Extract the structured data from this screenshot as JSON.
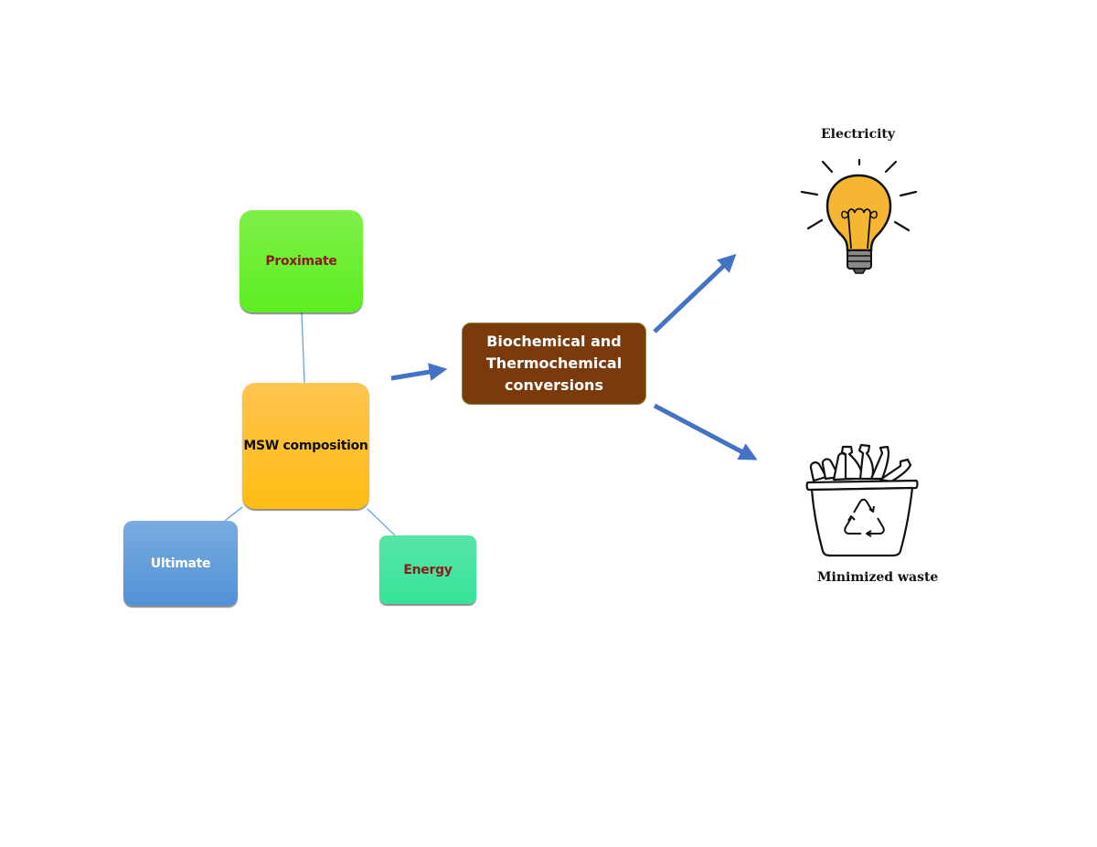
{
  "nodes": {
    "proximate": "Proximate",
    "msw_composition": "MSW composition",
    "ultimate": "Ultimate",
    "energy": "Energy",
    "conversion_line1": "Biochemical and",
    "conversion_line2": "Thermochemical",
    "conversion_line3": "conversions"
  },
  "outputs": {
    "electricity": "Electricity",
    "minimized_waste": "Minimized waste"
  },
  "icons": {
    "electricity": "lightbulb-icon",
    "waste": "recycling-bin-icon"
  },
  "colors": {
    "proximate": "#5cee20",
    "msw_composition": "#ffbc12",
    "ultimate": "#5391d6",
    "energy": "#36e398",
    "conversion": "#7b3a0c",
    "arrow": "#4472c4",
    "connector": "#5b9bd5",
    "bulb": "#f5b731"
  }
}
